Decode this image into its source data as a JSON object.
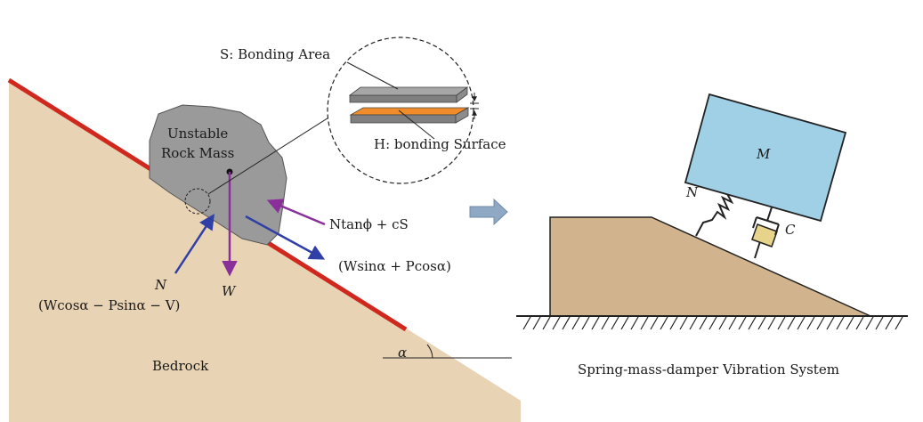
{
  "labels": {
    "bonding_area": "S: Bonding Area",
    "bonding_surface": "H: bonding Surface",
    "rock_line1": "Unstable",
    "rock_line2": "Rock Mass",
    "friction": "Ntanϕ + cS",
    "downslope": "(Wsinα + Pcosα)",
    "normal": "N",
    "normal_expr": "(Wcosα − Psinα − V)",
    "weight": "W",
    "bedrock": "Bedrock",
    "angle": "α",
    "mass": "M",
    "spring": "N",
    "damper": "C",
    "caption": "Spring-mass-damper Vibration System"
  },
  "colors": {
    "bedrock": "#e8d3b5",
    "slope_line": "#d0281e",
    "rock": "#9a9a9a",
    "plate": "#a6a6a6",
    "bonding_layer": "#f08c2a",
    "friction_arrow": "#8a2f9a",
    "normal_arrow": "#2f3fa6",
    "weight_arrow": "#8a2f9a",
    "transition_arrow": "#8fa8c4",
    "block": "#d1b48d",
    "mass_box": "#9fd0e6",
    "damper": "#e8d38a"
  }
}
